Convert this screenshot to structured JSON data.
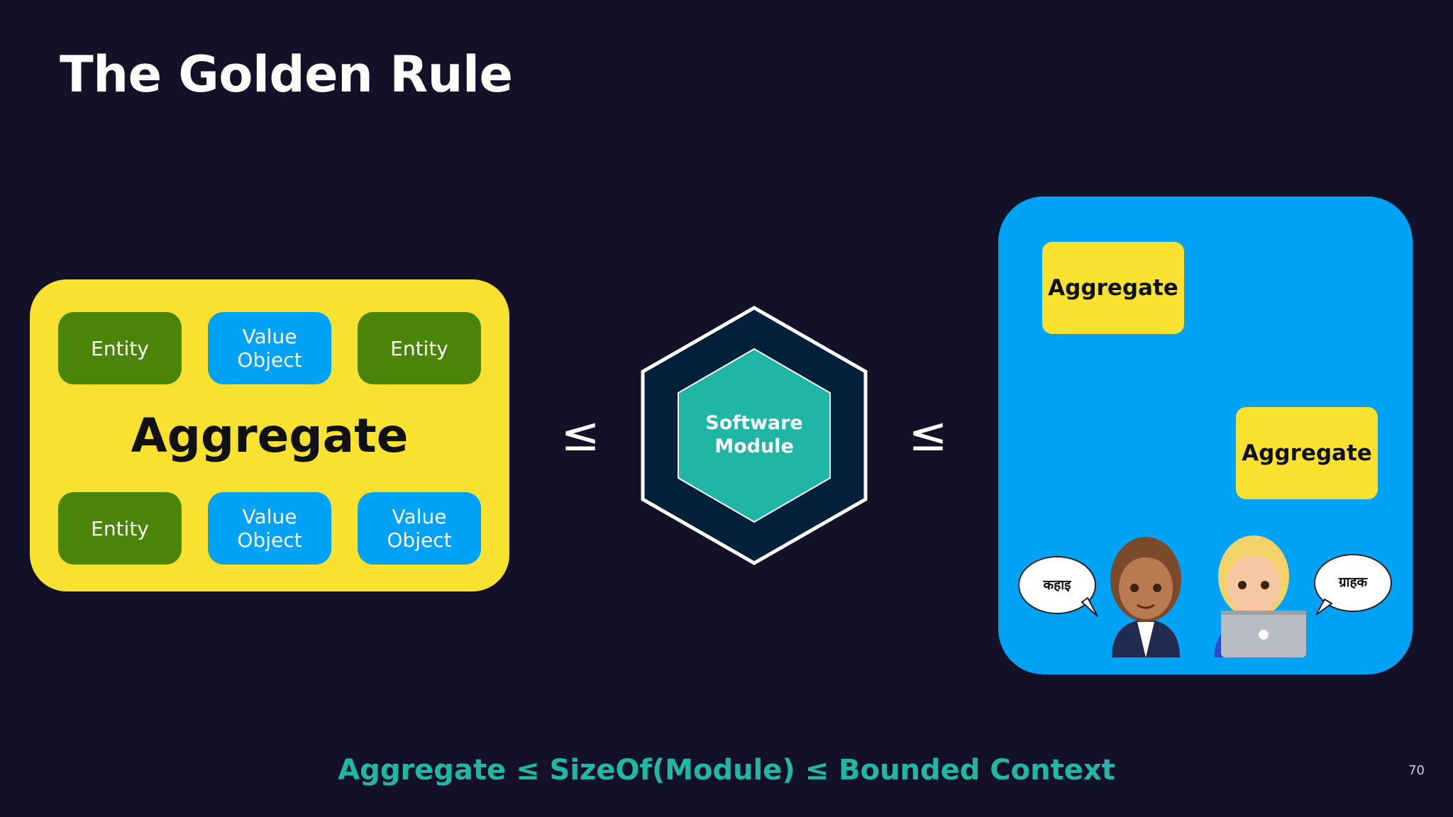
{
  "title": "The Golden Rule",
  "aggregate_card": {
    "label": "Aggregate",
    "tiles": [
      {
        "kind": "entity",
        "label": "Entity"
      },
      {
        "kind": "value-object",
        "label": "Value Object"
      },
      {
        "kind": "entity",
        "label": "Entity"
      },
      {
        "kind": "entity",
        "label": "Entity"
      },
      {
        "kind": "value-object",
        "label": "Value Object"
      },
      {
        "kind": "value-object",
        "label": "Value Object"
      }
    ]
  },
  "comparison_symbol": "≤",
  "software_module": {
    "label_line1": "Software",
    "label_line2": "Module"
  },
  "bounded_context": {
    "aggregates": [
      "Aggregate",
      "Aggregate"
    ],
    "speech_bubbles": [
      "कहाइ",
      "ग्राहक"
    ],
    "people_icons": [
      "woman-emoji-icon",
      "woman-with-laptop-emoji-icon"
    ]
  },
  "formula": "Aggregate ≤ SizeOf(Module) ≤ Bounded Context",
  "page_number": "70",
  "colors": {
    "background": "#121127",
    "aggregate_yellow": "#f9e22f",
    "entity_green": "#4a8409",
    "value_object_blue": "#00a2f5",
    "module_teal": "#20b6a5",
    "module_navy": "#02203a",
    "formula_teal": "#1fb8a4"
  }
}
